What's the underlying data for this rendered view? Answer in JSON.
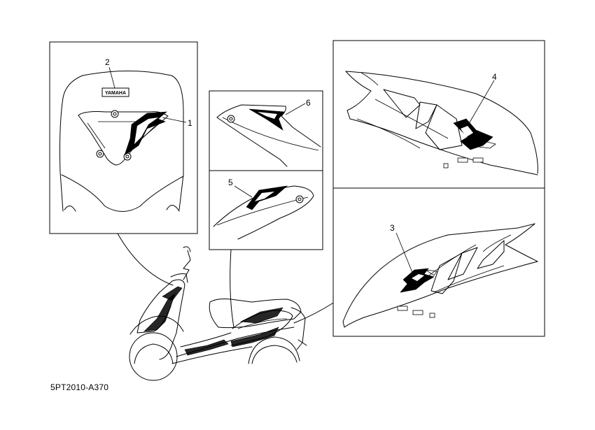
{
  "callouts": {
    "p1": "1",
    "p2": "2",
    "p3": "3",
    "p4": "4",
    "p5": "5",
    "p6": "6"
  },
  "brand_label": "YAMAHA",
  "reference_code": "5PT2010-A370"
}
